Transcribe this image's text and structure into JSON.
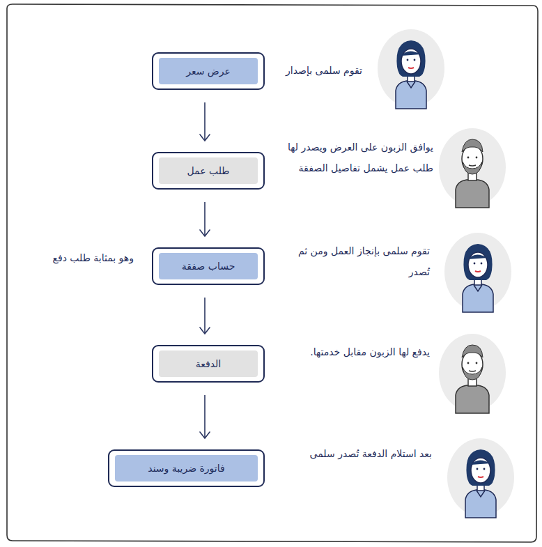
{
  "diagram": {
    "nodes": [
      {
        "text": [
          "عرض سعر"
        ]
      },
      {
        "text": [
          "طلب عمل"
        ]
      },
      {
        "text": [
          "حساب صفقة"
        ]
      },
      {
        "text": [
          "الدفعة"
        ]
      },
      {
        "text": [
          "فاتورة ضريبة وسند"
        ]
      }
    ],
    "edges": [
      {
        "from": 0,
        "to": 1,
        "arrow": "to"
      },
      {
        "from": 1,
        "to": 2,
        "arrow": "to"
      },
      {
        "from": 2,
        "to": 3,
        "arrow": "to"
      },
      {
        "from": 3,
        "to": 4,
        "arrow": "to"
      }
    ],
    "labels": [
      "تقوم سلمى بإصدار",
      "يوافق الزبون على العرض ويصدر لها طلب عمل يشمل تفاصيل الصفقة",
      "تقوم سلمى بإنجاز العمل ومن ثم تُصدر",
      "وهو بمثابة طلب دفع",
      "يدفع لها الزبون مقابل خدمتها.",
      "بعد استلام الدفعة تُصدر سلمى"
    ]
  }
}
